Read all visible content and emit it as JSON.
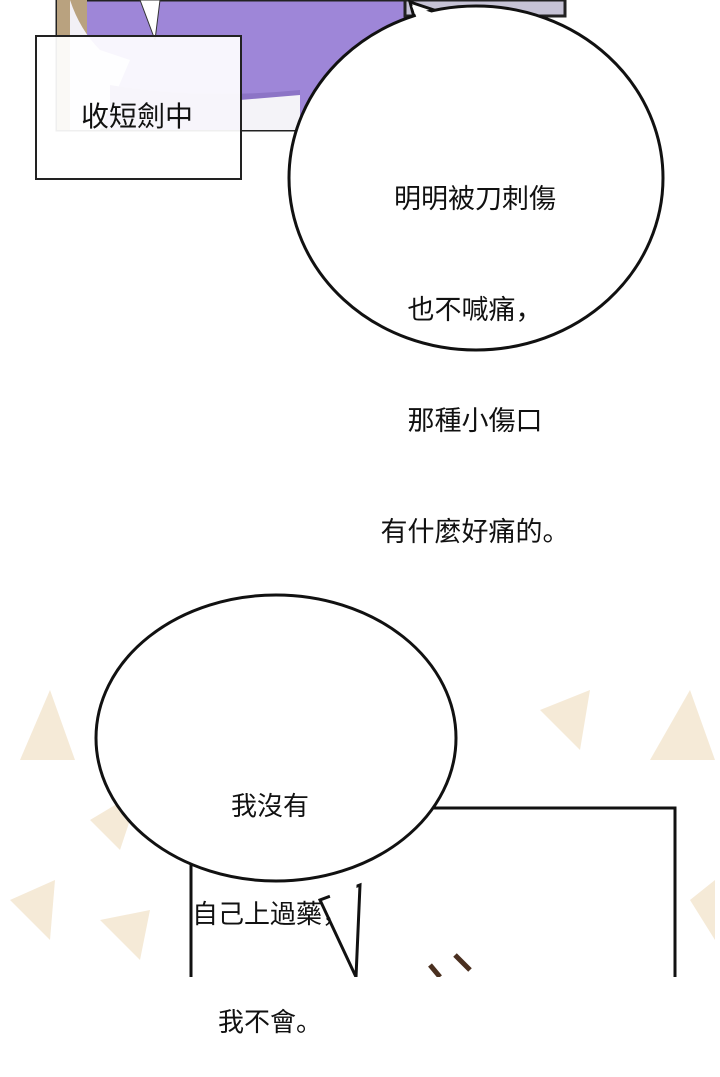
{
  "panel1": {
    "caption": "收短劍中",
    "bubble_lines": [
      "明明被刀刺傷",
      "也不喊痛，",
      "那種小傷口",
      "有什麼好痛的。"
    ]
  },
  "panel2": {
    "bubble_lines": [
      "我沒有",
      "自己上過藥，",
      "我不會。"
    ]
  },
  "colors": {
    "dress": "#9c83d6",
    "background_shapes": "#f3e6d0"
  }
}
